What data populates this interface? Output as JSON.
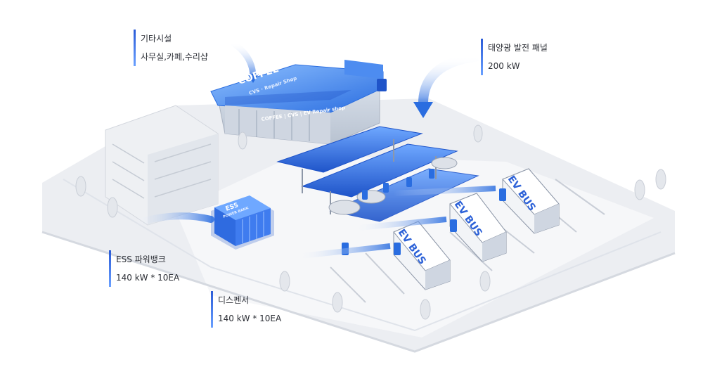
{
  "callouts": {
    "facilities": {
      "title": "기타시설",
      "detail": "사무실,카페,수리샵"
    },
    "solar": {
      "title": "태양광 발전 패널",
      "detail": "200 kW"
    },
    "ess": {
      "title": "ESS 파워뱅크",
      "detail": "140 kW * 10EA"
    },
    "dispenser": {
      "title": "디스펜서",
      "detail": "140 kW * 10EA"
    }
  },
  "building": {
    "roof_sign": "COFFEE",
    "roof_subsign": "CVS · Repair Shop",
    "facade_sign": "COFFEE | CVS | EV Repair shop"
  },
  "ess_unit": {
    "label": "ESS",
    "sublabel": "POWER BANK"
  },
  "buses": [
    {
      "label": "EV BUS"
    },
    {
      "label": "EV BUS"
    },
    {
      "label": "EV BUS"
    }
  ],
  "colors": {
    "accent": "#2a6de0",
    "accent_light": "#6fa8ff",
    "ground": "#e9ebef",
    "lot": "#f4f5f7",
    "text": "#2c2f36"
  }
}
